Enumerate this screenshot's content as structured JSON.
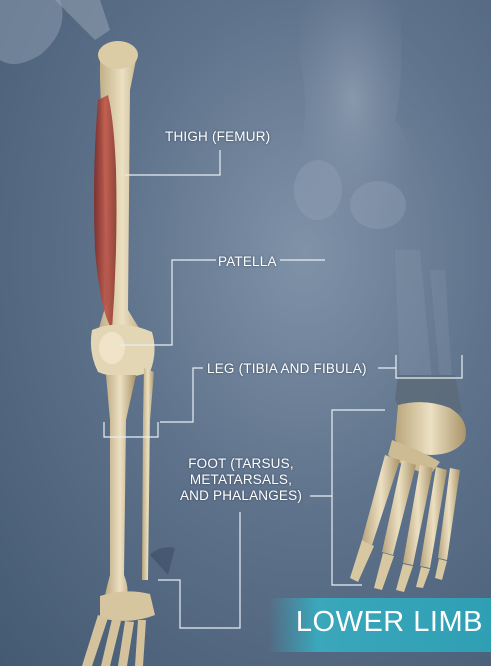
{
  "labels": {
    "thigh": "THIGH (FEMUR)",
    "patella": "PATELLA",
    "leg": "LEG (TIBIA AND FIBULA)",
    "foot_line1": "FOOT (TARSUS,",
    "foot_line2": "METATARSALS,",
    "foot_line3": "AND PHALANGES)"
  },
  "title": "LOWER LIMB",
  "colors": {
    "background": "#5e728b",
    "bone": "#d9c9a3",
    "muscle": "#a8443a",
    "callout_line": "#e8eef4",
    "title_band": "#3aa7bb"
  }
}
